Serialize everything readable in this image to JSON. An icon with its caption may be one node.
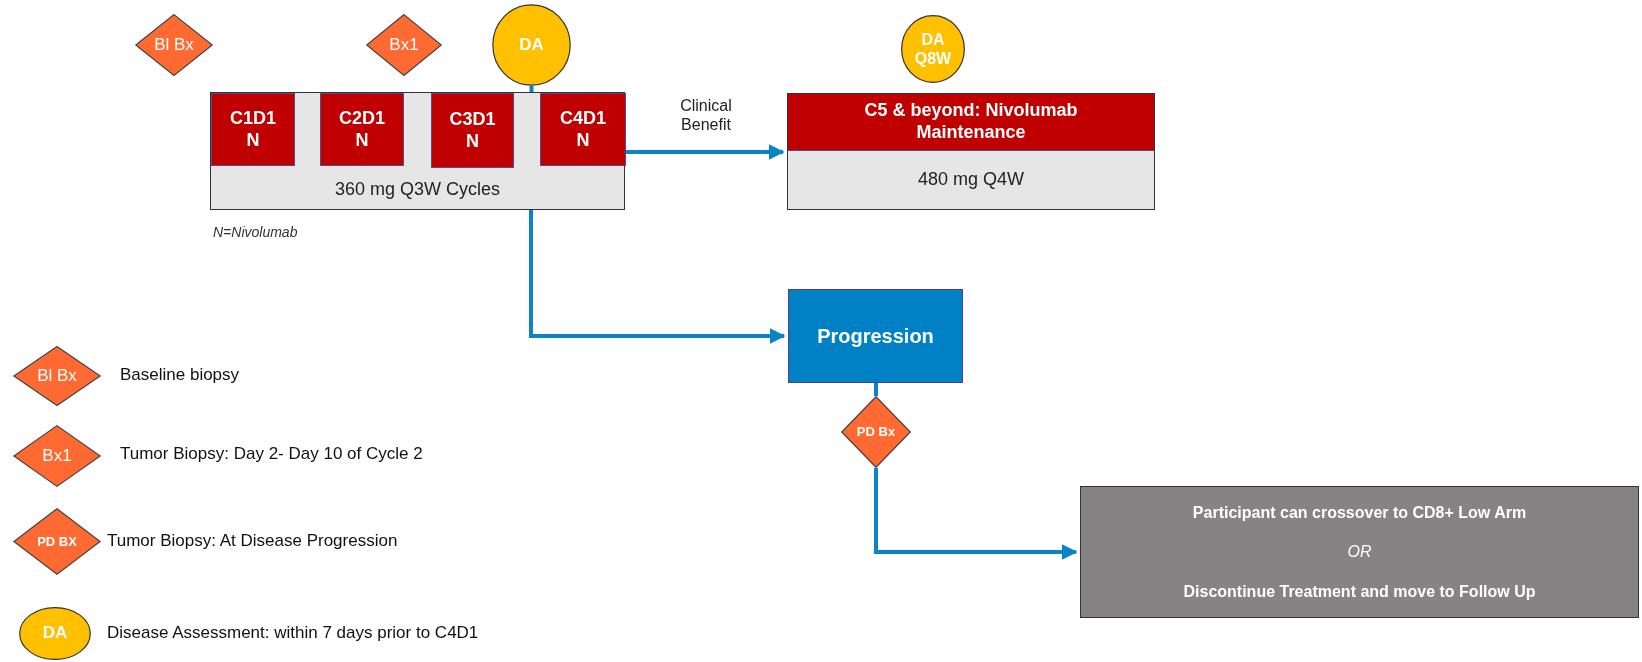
{
  "diagram": {
    "nodes": [
      {
        "text": [
          "Bl Bx"
        ]
      },
      {
        "text": [
          "Bx1"
        ]
      },
      {
        "text": [
          "DA"
        ]
      },
      {
        "text": [
          "360 mg Q3W Cycles"
        ]
      },
      {
        "text": [
          "C1D1 N"
        ],
        "in": 3
      },
      {
        "text": [
          "C2D1 N"
        ],
        "in": 3
      },
      {
        "text": [
          "C3D1 N"
        ],
        "in": 3
      },
      {
        "text": [
          "C4D1 N"
        ],
        "in": 3
      },
      {
        "text": [
          "DA Q8W"
        ]
      },
      {
        "text": [
          "C5 & beyond: Nivolumab Maintenance",
          "480 mg Q4W"
        ]
      },
      {
        "text": [
          "Progression"
        ]
      },
      {
        "text": [
          "PD Bx"
        ]
      },
      {
        "text": [
          "Participant can crossover to CD8+ Low Arm",
          "OR",
          "Discontinue Treatment and move to Follow Up"
        ]
      },
      {
        "text": [
          "Bl Bx"
        ],
        "beside": [
          "Baseline biopsy"
        ]
      },
      {
        "text": [
          "Bx1"
        ],
        "beside": [
          "Tumor Biopsy: Day 2- Day 10 of Cycle 2"
        ]
      },
      {
        "text": [
          "PD BX"
        ],
        "beside": [
          "Tumor Biopsy: At Disease Progression"
        ]
      },
      {
        "text": [
          "DA"
        ],
        "beside": [
          "Disease Assessment: within 7 days prior to C4D1"
        ]
      }
    ],
    "edges": [
      {
        "from": 2,
        "to": 3,
        "arrow": "none"
      },
      {
        "from": 3,
        "to": 9,
        "arrow": "to",
        "label": "Clinical Benefit"
      },
      {
        "from": 3,
        "to": 10,
        "arrow": "to"
      },
      {
        "from": 10,
        "to": 11,
        "arrow": "none"
      },
      {
        "from": 11,
        "to": 12,
        "arrow": "to"
      }
    ],
    "labels": [
      "N=Nivolumab"
    ]
  }
}
